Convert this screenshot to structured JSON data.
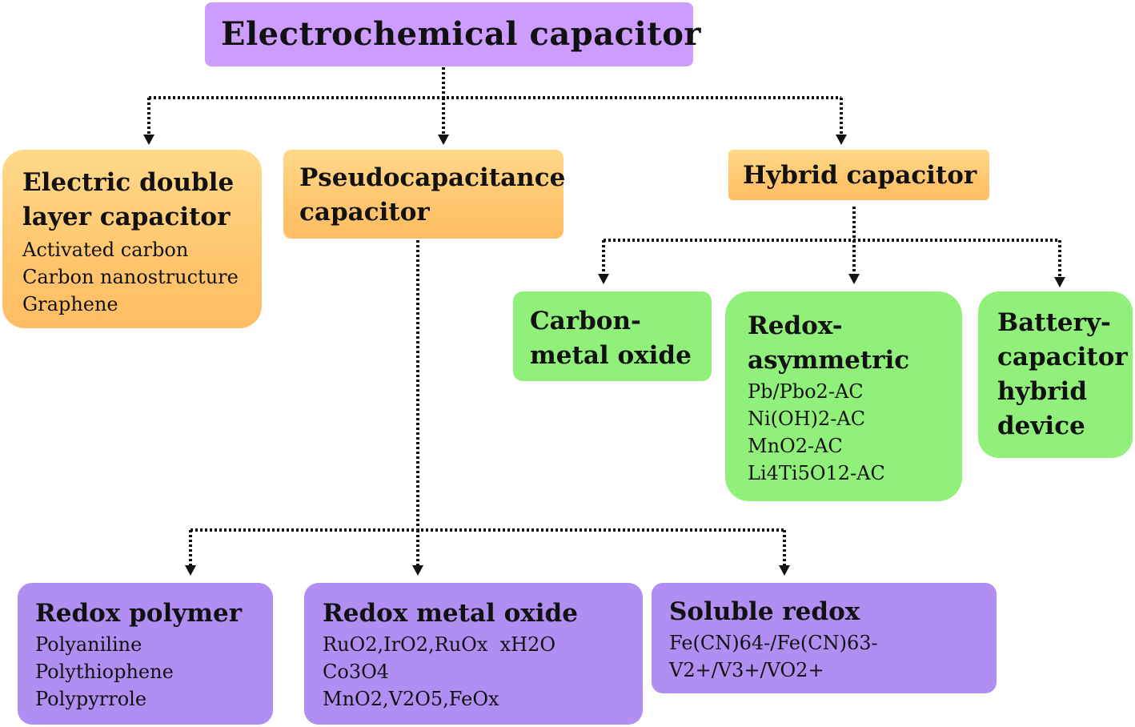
{
  "root": {
    "title": "Electrochemical capacitor"
  },
  "edlc": {
    "title": "Electric double\nlayer capacitor",
    "items": [
      "Activated carbon",
      "Carbon nanostructure",
      "Graphene"
    ]
  },
  "pseudo": {
    "title": "Pseudocapacitance\ncapacitor"
  },
  "hybrid": {
    "title": "Hybrid capacitor"
  },
  "carbon_metal_oxide": {
    "title": "Carbon-\nmetal oxide"
  },
  "redox_asymmetric": {
    "title": "Redox-\nasymmetric",
    "items": [
      "Pb/Pbo2-AC",
      "Ni(OH)2-AC",
      "MnO2-AC",
      "Li4Ti5O12-AC"
    ]
  },
  "battery_capacitor": {
    "title": "Battery-\ncapacitor\nhybrid\ndevice"
  },
  "redox_polymer": {
    "title": "Redox polymer",
    "items": [
      "Polyaniline",
      "Polythiophene",
      "Polypyrrole"
    ]
  },
  "redox_metal_oxide": {
    "title": "Redox metal oxide",
    "items": [
      "RuO2,IrO2,RuOx  xH2O",
      "Co3O4",
      "MnO2,V2O5,FeOx"
    ]
  },
  "soluble_redox": {
    "title": "Soluble redox",
    "items": [
      "Fe(CN)64-/Fe(CN)63-",
      "V2+/V3+/VO2+"
    ]
  },
  "colors": {
    "root_fill": "#cd9cff",
    "level1_fill": "#ffc66e",
    "hybrid_children_fill": "#90f079",
    "pseudo_children_fill": "#b08ef2",
    "connector": "#111111"
  }
}
